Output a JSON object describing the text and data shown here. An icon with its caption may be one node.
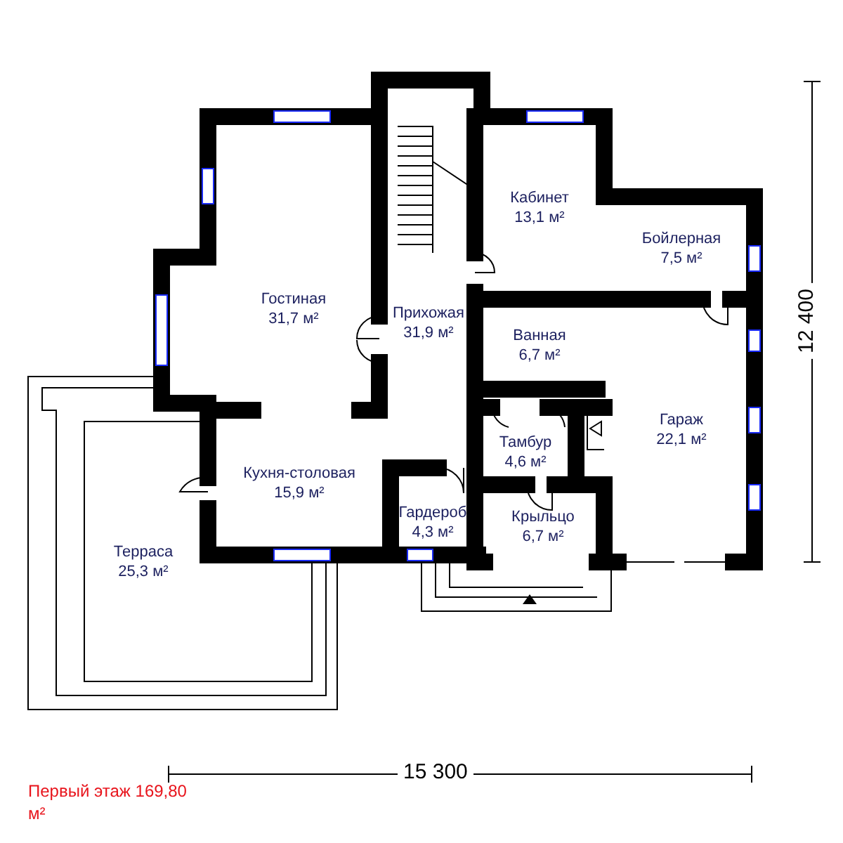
{
  "diagram": {
    "caption": "Первый этаж 169,80 м²",
    "nodes": [
      {
        "text": [
          "Кабинет",
          "13,1 м²"
        ]
      },
      {
        "text": [
          "Бойлерная",
          "7,5 м²"
        ]
      },
      {
        "text": [
          "Гостиная",
          "31,7 м²"
        ]
      },
      {
        "text": [
          "Прихожая",
          "31,9 м²"
        ]
      },
      {
        "text": [
          "Ванная",
          "6,7 м²"
        ]
      },
      {
        "text": [
          "Гараж",
          "22,1 м²"
        ]
      },
      {
        "text": [
          "Кухня-столовая",
          "15,9 м²"
        ]
      },
      {
        "text": [
          "Тамбур",
          "4,6 м²"
        ]
      },
      {
        "text": [
          "Гардероб",
          "4,3 м²"
        ]
      },
      {
        "text": [
          "Крыльцо",
          "6,7 м²"
        ]
      },
      {
        "text": [
          "Терраса",
          "25,3 м²"
        ]
      }
    ],
    "labels": [
      "12 400",
      "15 300"
    ]
  }
}
